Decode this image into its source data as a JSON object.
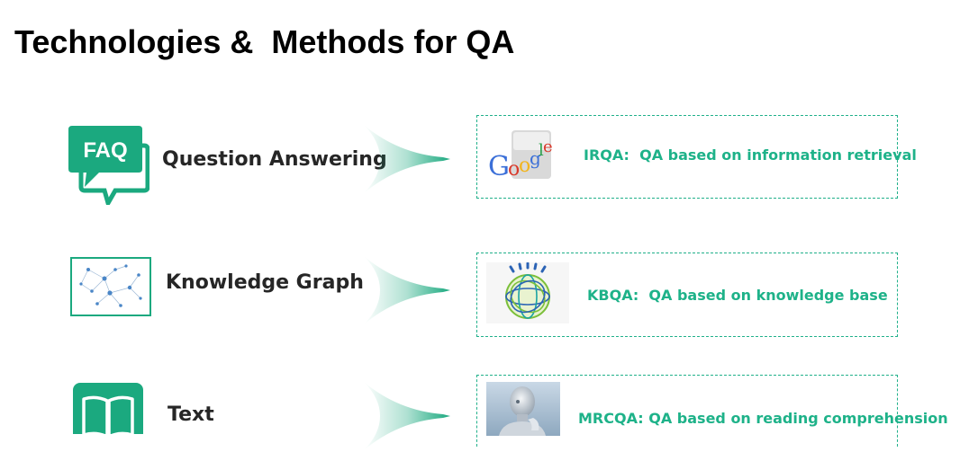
{
  "slide": {
    "title": "Technologies &  Methods for QA"
  },
  "rows": [
    {
      "label": "Question Answering",
      "icon": "faq-chat-bubble-icon",
      "icon_text": "FAQ",
      "box_text": "IRQA:  QA based on information retrieval",
      "thumb": "google-logo-icon"
    },
    {
      "label": "Knowledge Graph",
      "icon": "knowledge-graph-network-icon",
      "box_text": "KBQA:  QA based on knowledge base",
      "thumb": "ibm-watson-globe-icon"
    },
    {
      "label": "Text",
      "icon": "open-book-icon",
      "box_text": "MRCQA: QA based on reading comprehension",
      "thumb": "robot-thinking-image"
    }
  ],
  "colors": {
    "accent": "#1eb289",
    "icon_green": "#1ba97f",
    "label": "#262626"
  }
}
